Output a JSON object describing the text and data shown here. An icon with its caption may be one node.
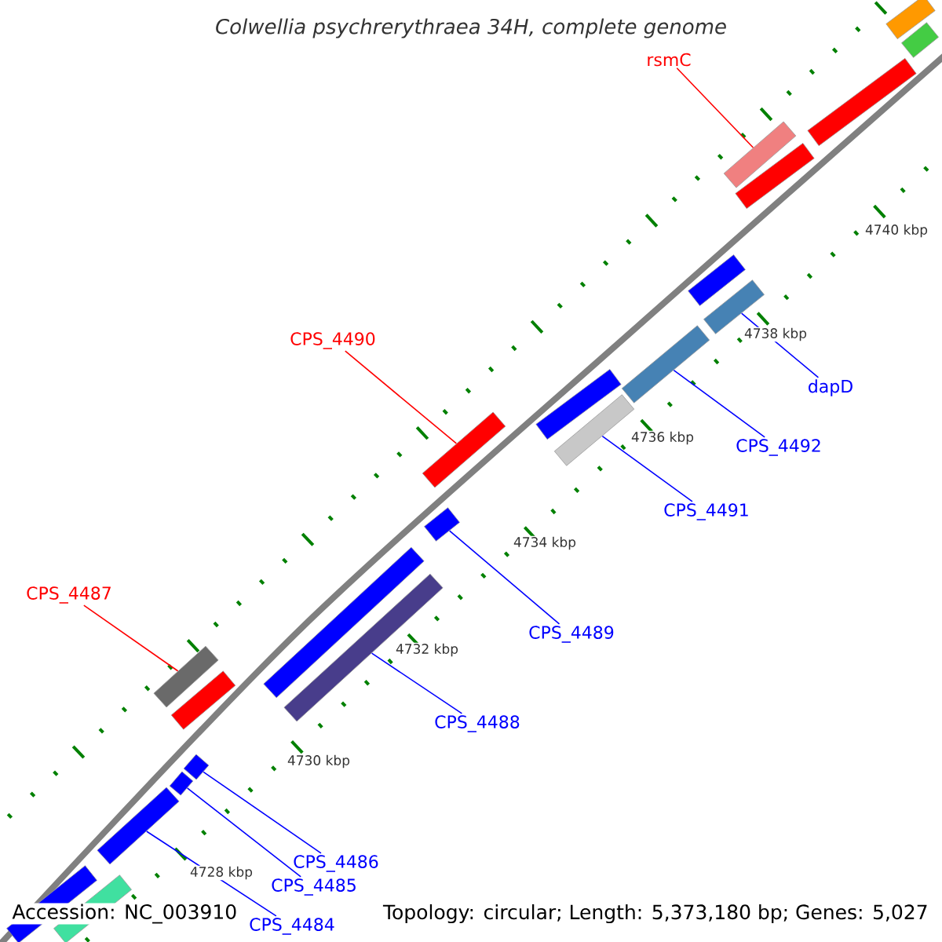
{
  "diagram": {
    "title": "Colwellia psychrerythraea 34H, complete genome",
    "nodes": [
      {
        "text": [
          "rsmC"
        ]
      },
      {
        "text": [],
        "shape": "bar"
      },
      {
        "text": [
          "CPS_4490"
        ]
      },
      {
        "text": [],
        "shape": "bar"
      },
      {
        "text": [
          "dapD"
        ]
      },
      {
        "text": [],
        "shape": "bar"
      },
      {
        "text": [
          "CPS_4492"
        ]
      },
      {
        "text": [],
        "shape": "bar"
      },
      {
        "text": [
          "CPS_4491"
        ]
      },
      {
        "text": [],
        "shape": "bar"
      },
      {
        "text": [
          "CPS_4489"
        ]
      },
      {
        "text": [],
        "shape": "bar"
      },
      {
        "text": [
          "CPS_4487"
        ]
      },
      {
        "text": [],
        "shape": "bar"
      },
      {
        "text": [
          "CPS_4488"
        ]
      },
      {
        "text": [],
        "shape": "bar"
      },
      {
        "text": [
          "CPS_4486"
        ]
      },
      {
        "text": [],
        "shape": "bar"
      },
      {
        "text": [
          "CPS_4485"
        ]
      },
      {
        "text": [],
        "shape": "bar"
      },
      {
        "text": [
          "CPS_4484"
        ]
      },
      {
        "text": [],
        "shape": "bar"
      },
      {
        "text": [],
        "shape": "bar"
      },
      {
        "text": [],
        "shape": "bar"
      },
      {
        "text": [],
        "shape": "bar"
      },
      {
        "text": [],
        "shape": "bar"
      },
      {
        "text": [],
        "shape": "bar"
      },
      {
        "text": [],
        "shape": "bar"
      },
      {
        "text": [],
        "shape": "bar"
      },
      {
        "text": [],
        "shape": "bar"
      },
      {
        "text": [],
        "shape": "bar"
      },
      {
        "text": [],
        "shape": "bar"
      }
    ],
    "edges": [
      {
        "from": 0,
        "to": 1,
        "arrow": "none",
        "color": "#ff0000"
      },
      {
        "from": 2,
        "to": 3,
        "arrow": "none",
        "color": "#ff0000"
      },
      {
        "from": 4,
        "to": 5,
        "arrow": "none"
      },
      {
        "from": 6,
        "to": 7,
        "arrow": "none"
      },
      {
        "from": 8,
        "to": 9,
        "arrow": "none"
      },
      {
        "from": 10,
        "to": 11,
        "arrow": "none"
      },
      {
        "from": 12,
        "to": 13,
        "arrow": "none",
        "color": "#ff0000"
      },
      {
        "from": 14,
        "to": 15,
        "arrow": "none"
      },
      {
        "from": 16,
        "to": 17,
        "arrow": "none"
      },
      {
        "from": 18,
        "to": 19,
        "arrow": "none"
      },
      {
        "from": 20,
        "to": 21,
        "arrow": "none"
      }
    ],
    "labels": [
      "4740 kbp",
      "4738 kbp",
      "4736 kbp",
      "4734 kbp",
      "4732 kbp",
      "4730 kbp",
      "4728 kbp",
      "Accession: NC_003910",
      "Topology: circular; Length: 5,373,180 bp; Genes: 5,027"
    ]
  }
}
